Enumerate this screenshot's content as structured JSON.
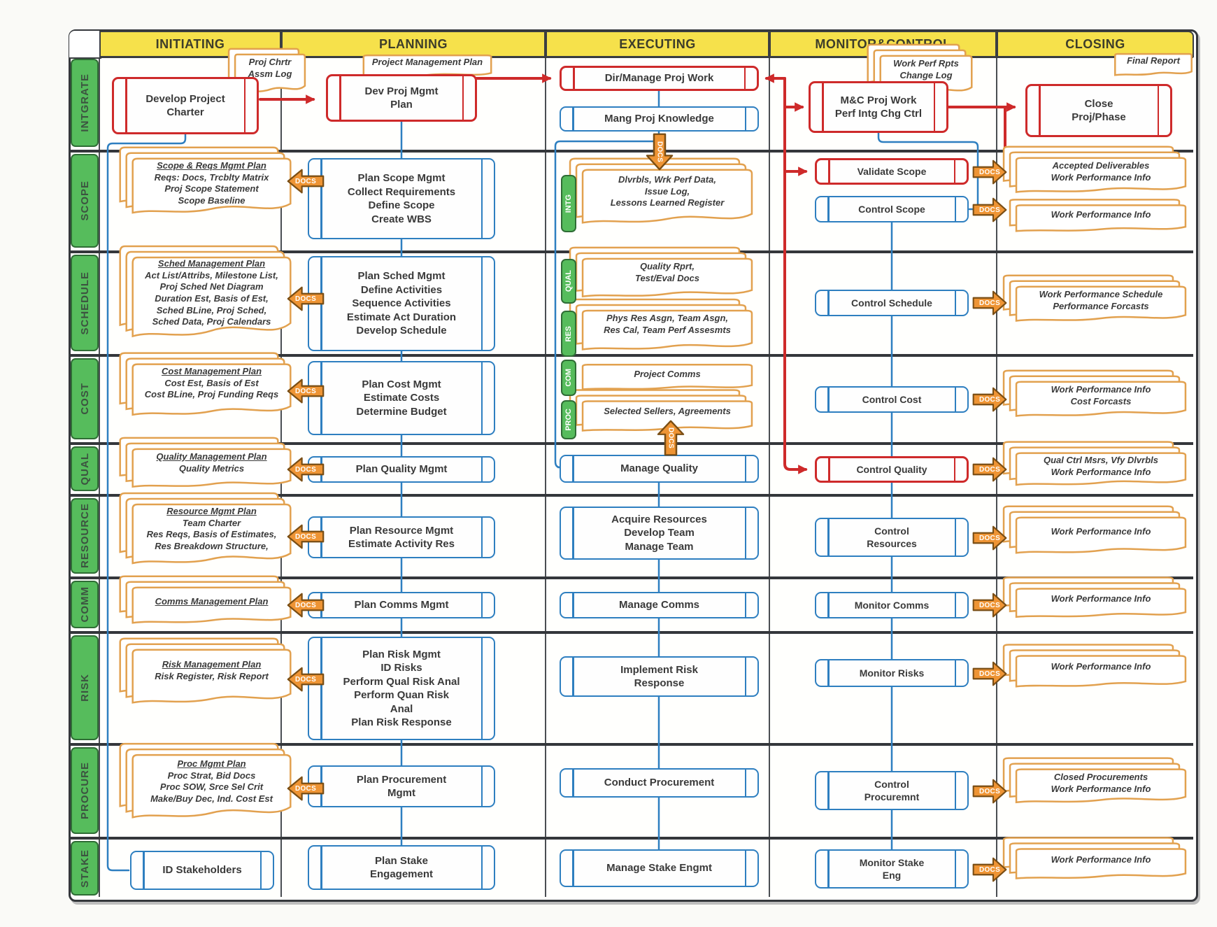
{
  "headers": {
    "initiating": "INITIATING",
    "planning": "PLANNING",
    "executing": "EXECUTING",
    "monitor": "MONITOR&CONTROL",
    "closing": "CLOSING"
  },
  "row_labels": {
    "integrate": "INTGRATE",
    "scope": "SCOPE",
    "schedule": "SCHEDULE",
    "cost": "COST",
    "qual": "QUAL",
    "resource": "RESOURCE",
    "comm": "COMM",
    "risk": "RISK",
    "procure": "PROCURE",
    "stake": "STAKE"
  },
  "docs_label": "DOCS",
  "tags": {
    "intg": "INTG",
    "qual": "QUAL",
    "res": "RES",
    "com": "COM",
    "proc": "PROC"
  },
  "boxes": {
    "develop_charter": "Develop Project\nCharter",
    "dev_pm_plan": "Dev Proj Mgmt\nPlan",
    "dir_manage_work": "Dir/Manage Proj Work",
    "manage_knowledge": "Mang Proj Knowledge",
    "mc_proj_work": "M&C Proj Work\nPerf Intg Chg Ctrl",
    "close_proj": "Close\nProj/Phase",
    "plan_scope": "Plan Scope Mgmt\nCollect Requirements\nDefine Scope\nCreate WBS",
    "validate_scope": "Validate Scope",
    "control_scope": "Control Scope",
    "plan_sched": "Plan Sched Mgmt\nDefine Activities\nSequence Activities\nEstimate Act Duration\nDevelop Schedule",
    "control_schedule": "Control Schedule",
    "plan_cost": "Plan Cost Mgmt\nEstimate Costs\nDetermine Budget",
    "control_cost": "Control Cost",
    "plan_quality": "Plan Quality Mgmt",
    "manage_quality": "Manage Quality",
    "control_quality": "Control Quality",
    "plan_resource": "Plan Resource Mgmt\nEstimate Activity Res",
    "acquire_resources": "Acquire Resources\nDevelop Team\nManage Team",
    "control_resources": "Control\nResources",
    "plan_comms": "Plan Comms Mgmt",
    "manage_comms": "Manage Comms",
    "monitor_comms": "Monitor Comms",
    "plan_risk": "Plan Risk Mgmt\nID Risks\nPerform Qual Risk Anal\nPerform Quan Risk\nAnal\nPlan Risk Response",
    "implement_risk": "Implement Risk\nResponse",
    "monitor_risks": "Monitor Risks",
    "plan_procurement": "Plan Procurement\nMgmt",
    "conduct_procurement": "Conduct Procurement",
    "control_procurement": "Control\nProcuremnt",
    "id_stakeholders": "ID Stakeholders",
    "plan_stake": "Plan Stake\nEngagement",
    "manage_stake": "Manage Stake Engmt",
    "monitor_stake": "Monitor Stake\nEng"
  },
  "docs": {
    "proj_chrtr": {
      "lines": "Proj Chrtr\nAssm Log"
    },
    "pm_plan": {
      "lines": "Project Management Plan"
    },
    "work_perf_rpts": {
      "lines": "Work Perf Rpts\nChange Log"
    },
    "final_report": {
      "lines": "Final Report"
    },
    "scope_mgmt": {
      "title": "Scope & Reqs Mgmt Plan",
      "lines": "Reqs: Docs, Trcblty Matrix\nProj Scope Statement\nScope Baseline"
    },
    "sched_mgmt": {
      "title": "Sched Management Plan",
      "lines": "Act List/Attribs, Milestone List,\nProj Sched Net Diagram\nDuration Est, Basis of Est,\nSched BLine, Proj Sched,\nSched Data, Proj Calendars"
    },
    "cost_mgmt": {
      "title": "Cost Management Plan",
      "lines": "Cost Est, Basis of Est\nCost BLine, Proj Funding Reqs"
    },
    "quality_mgmt": {
      "title": "Quality Management Plan",
      "lines": "Quality Metrics"
    },
    "resource_mgmt": {
      "title": "Resource Mgmt Plan",
      "lines": "Team Charter\nRes Reqs, Basis of Estimates,\nRes Breakdown Structure,"
    },
    "comms_mgmt": {
      "title": "Comms Management Plan",
      "lines": ""
    },
    "risk_mgmt": {
      "title": "Risk Management Plan",
      "lines": "Risk Register, Risk Report"
    },
    "proc_mgmt": {
      "title": "Proc Mgmt Plan",
      "lines": "Proc Strat, Bid Docs\nProc SOW, Srce Sel Crit\nMake/Buy Dec, Ind. Cost Est"
    },
    "intg_out": {
      "lines": "Dlvrbls, Wrk Perf Data,\nIssue Log,\nLessons Learned Register"
    },
    "qual_out": {
      "lines": "Quality Rprt,\nTest/Eval Docs"
    },
    "res_out": {
      "lines": "Phys Res Asgn, Team Asgn,\nRes Cal, Team Perf Assesmts"
    },
    "com_out": {
      "lines": "Project Comms"
    },
    "proc_out": {
      "lines": "Selected Sellers, Agreements"
    },
    "close_scope1": {
      "lines": "Accepted Deliverables\nWork Performance Info"
    },
    "close_scope2": {
      "lines": "Work Performance Info"
    },
    "close_sched": {
      "lines": "Work Performance Schedule\nPerformance Forcasts"
    },
    "close_cost": {
      "lines": "Work Performance Info\nCost Forcasts"
    },
    "close_qual": {
      "lines": "Qual Ctrl Msrs, Vfy Dlvrbls\nWork Performance Info"
    },
    "close_resource": {
      "lines": "Work Performance Info"
    },
    "close_comm": {
      "lines": "Work Performance Info"
    },
    "close_risk": {
      "lines": "Work Performance Info"
    },
    "close_procure": {
      "lines": "Closed Procurements\nWork Performance Info"
    },
    "close_stake": {
      "lines": "Work Performance Info"
    }
  },
  "colors": {
    "header_yellow": "#F6E14B",
    "row_green": "#56BC5C",
    "process_red": "#CE2A2A",
    "process_blue": "#2E7FC0",
    "doc_orange": "#E2A14F",
    "arrow_orange": "#EE9434",
    "arrow_border": "#7A4E14",
    "grid": "#34373b"
  }
}
